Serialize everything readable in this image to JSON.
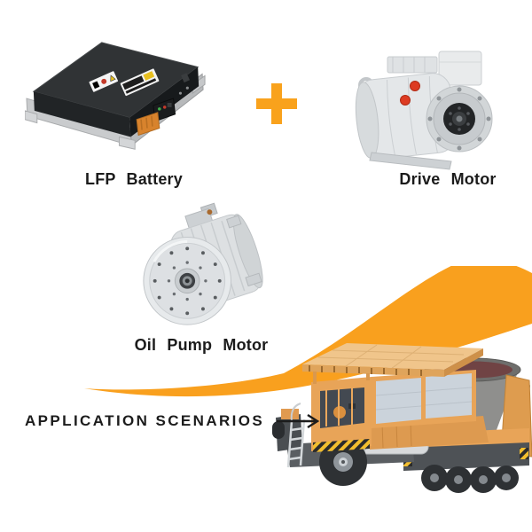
{
  "title": "EV powertrain components and application scenario graphic",
  "colors": {
    "accent_orange": "#F9A01E",
    "text": "#1B1B1B",
    "battery_black": "#2A2D2F",
    "motor_gray": "#E4E7E9",
    "truck_orange": "#E8A458",
    "slag_pot_gray": "#8F8F8D",
    "slag_pot_contents": "#704344"
  },
  "components": [
    {
      "id": "lfp-battery",
      "label": "LFP Battery"
    },
    {
      "id": "drive-motor",
      "label": "Drive Motor"
    },
    {
      "id": "oil-pump-motor",
      "label": "Oil Pump Motor"
    }
  ],
  "icons": {
    "plus_icon": "plus",
    "right_arrow_icon": "long-right-arrow",
    "swoosh": "orange-swoosh-curve"
  },
  "application": {
    "label": "APPLICATION SCENARIOS",
    "scenario_image": "slag-pot-carrier-truck"
  }
}
